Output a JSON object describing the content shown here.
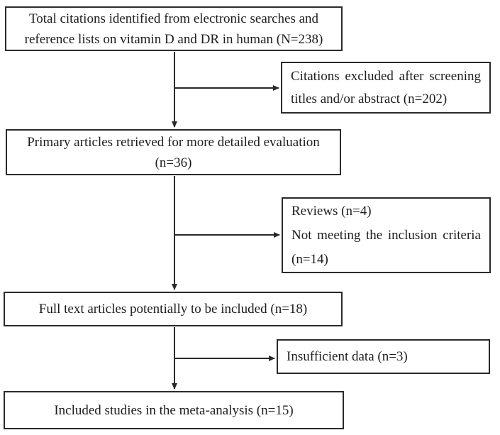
{
  "theme": {
    "ink": "#1d1d1d",
    "line_color": "#2a2a2a",
    "background": "#ffffff"
  },
  "diagram": {
    "type": "flowchart",
    "description": "Study selection flow diagram for meta-analysis of vitamin D and DR in humans",
    "main_boxes": [
      {
        "id": "total-citations",
        "n": 238,
        "lines": [
          "Total citations identified from electronic searches and",
          "reference lists on vitamin D and DR in human (N=238)"
        ]
      },
      {
        "id": "primary-articles",
        "n": 36,
        "lines": [
          "Primary articles retrieved for more detailed evaluation",
          "(n=36)"
        ]
      },
      {
        "id": "full-text-articles",
        "n": 18,
        "lines": [
          "Full text articles potentially to be included (n=18)"
        ]
      },
      {
        "id": "included-studies",
        "n": 15,
        "lines": [
          "Included studies in the meta-analysis (n=15)"
        ]
      }
    ],
    "exclusion_boxes": [
      {
        "id": "screening-excluded",
        "n": 202,
        "lines": [
          "Citations excluded after screening",
          "titles and/or abstract (n=202)"
        ]
      },
      {
        "id": "reviews-and-criteria-excluded",
        "n_reviews": 4,
        "n_not_meeting_criteria": 14,
        "lines": [
          "Reviews (n=4)",
          "Not meeting the inclusion criteria",
          "(n=14)"
        ]
      },
      {
        "id": "insufficient-data-excluded",
        "n": 3,
        "lines": [
          "Insufficient data (n=3)"
        ]
      }
    ]
  }
}
